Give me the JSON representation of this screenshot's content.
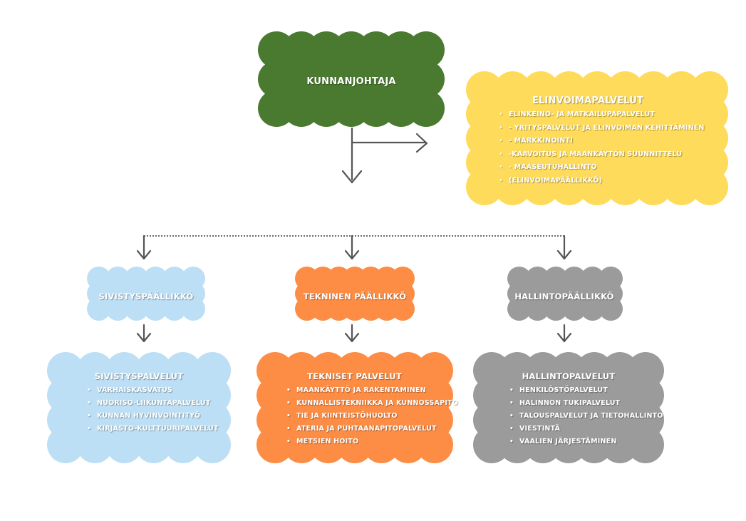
{
  "colors": {
    "green": "#4a7a30",
    "yellow": "#fedb5a",
    "light_blue": "#bcdff5",
    "orange": "#fd8d45",
    "gray": "#9b9b9b",
    "line": "#555555"
  },
  "top": {
    "title": "KUNNANJOHTAJA"
  },
  "elinvoima": {
    "title": "ELINVOIMAPALVELUT",
    "items": [
      "ELINKEINO- JA MATKAILUPAPALVELUT",
      "- YRITYSPALVELUT JA ELINVOIMAN KEHITTÄMINEN",
      "- MARKKINOINTI",
      "-KAAVOITUS JA MAANKÄYTÖN SUUNNITTELU",
      "- MAASEUTUHALLINTO",
      "(ELINVOIMAPÄÄLLIKKÖ)"
    ]
  },
  "managers": [
    {
      "title": "SIVISTYSPÄÄLLIKKÖ"
    },
    {
      "title": "TEKNINEN PÄÄLLIKKÖ"
    },
    {
      "title": "HALLINTOPÄÄLLIKKÖ"
    }
  ],
  "services": [
    {
      "title": "SIVISTYSPALVELUT",
      "items": [
        "VARHAISKASVATUS",
        "NUORISO-LIIKUNTAPALVELUT",
        "KUNNAN HYVINVOINTITYÖ",
        "KIRJASTO-KULTTUURIPALVELUT"
      ]
    },
    {
      "title": "TEKNISET PALVELUT",
      "items": [
        "MAANKÄYTTÖ JA RAKENTAMINEN",
        "KUNNALLISTEKNIIKKA JA KUNNOSSAPITO",
        "TIE JA KIINTEISTÖHUOLTO",
        "ATERIA JA PUHTAANAPITOPALVELUT",
        "METSIEN HOITO"
      ]
    },
    {
      "title": "HALLINTOPALVELUT",
      "items": [
        "HENKILÖSTÖPALVELUT",
        "HALINNON TUKIPALVELUT",
        "TALOUSPALVELUT JA TIETOHALLINTO",
        "VIESTINTÄ",
        "VAALIEN JÄRJESTÄMINEN"
      ]
    }
  ]
}
